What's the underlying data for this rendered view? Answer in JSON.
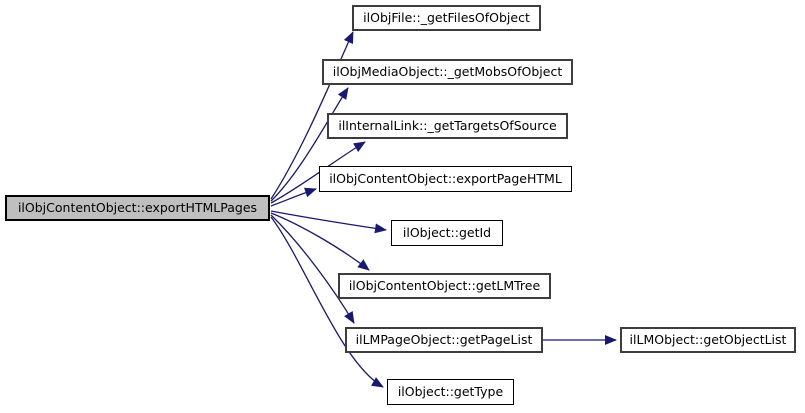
{
  "colors": {
    "background": "#ffffff",
    "edge": "#191970",
    "node_fill": "#ffffff",
    "node_border": "#000000",
    "focus_node_fill": "#bfbfbf"
  },
  "graph": {
    "type": "call-graph",
    "focus_node": "ilObjContentObject::exportHTMLPages",
    "nodes": [
      {
        "label": "ilObjContentObject::exportHTMLPages",
        "role": "caller"
      },
      {
        "label": "ilObjFile::_getFilesOfObject",
        "role": "callee"
      },
      {
        "label": "ilObjMediaObject::_getMobsOfObject",
        "role": "callee"
      },
      {
        "label": "ilInternalLink::_getTargetsOfSource",
        "role": "callee"
      },
      {
        "label": "ilObjContentObject::exportPageHTML",
        "role": "callee"
      },
      {
        "label": "ilObject::getId",
        "role": "callee"
      },
      {
        "label": "ilObjContentObject::getLMTree",
        "role": "callee"
      },
      {
        "label": "ilLMPageObject::getPageList",
        "role": "callee"
      },
      {
        "label": "ilObject::getType",
        "role": "callee"
      },
      {
        "label": "ilLMObject::getObjectList",
        "role": "callee"
      }
    ],
    "edges": [
      {
        "from": "ilObjContentObject::exportHTMLPages",
        "to": "ilObjFile::_getFilesOfObject"
      },
      {
        "from": "ilObjContentObject::exportHTMLPages",
        "to": "ilObjMediaObject::_getMobsOfObject"
      },
      {
        "from": "ilObjContentObject::exportHTMLPages",
        "to": "ilInternalLink::_getTargetsOfSource"
      },
      {
        "from": "ilObjContentObject::exportHTMLPages",
        "to": "ilObjContentObject::exportPageHTML"
      },
      {
        "from": "ilObjContentObject::exportHTMLPages",
        "to": "ilObject::getId"
      },
      {
        "from": "ilObjContentObject::exportHTMLPages",
        "to": "ilObjContentObject::getLMTree"
      },
      {
        "from": "ilObjContentObject::exportHTMLPages",
        "to": "ilLMPageObject::getPageList"
      },
      {
        "from": "ilObjContentObject::exportHTMLPages",
        "to": "ilObject::getType"
      },
      {
        "from": "ilLMPageObject::getPageList",
        "to": "ilLMObject::getObjectList"
      }
    ]
  }
}
